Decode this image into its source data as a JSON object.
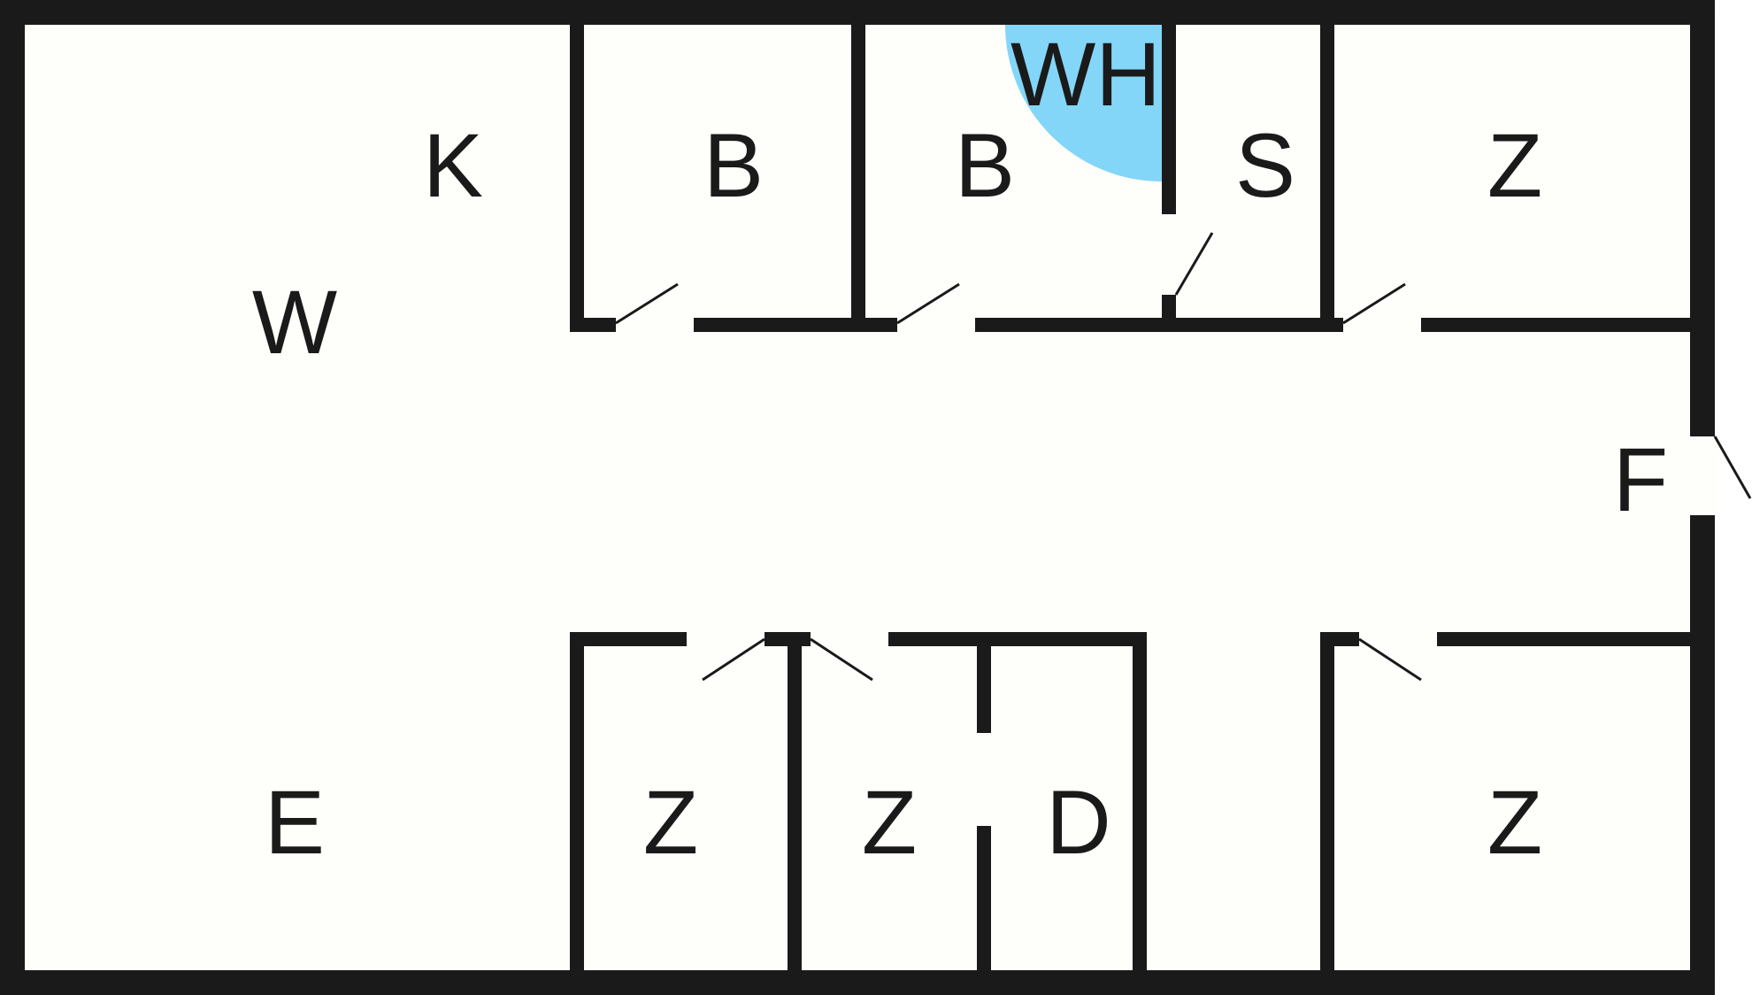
{
  "colors": {
    "wall": "#1a1a1a",
    "floor": "#fefefb",
    "water_heater_fill": "#83d6f7"
  },
  "rooms": [
    {
      "id": "kitchen",
      "label": "K"
    },
    {
      "id": "living",
      "label": "W"
    },
    {
      "id": "dining",
      "label": "E"
    },
    {
      "id": "bath-1",
      "label": "B"
    },
    {
      "id": "bath-2",
      "label": "B"
    },
    {
      "id": "water-heater",
      "label": "WH"
    },
    {
      "id": "storage",
      "label": "S"
    },
    {
      "id": "room-top-right",
      "label": "Z"
    },
    {
      "id": "hall",
      "label": "F"
    },
    {
      "id": "room-bottom-1",
      "label": "Z"
    },
    {
      "id": "room-bottom-2",
      "label": "Z"
    },
    {
      "id": "shower",
      "label": "D"
    },
    {
      "id": "room-bottom-right",
      "label": "Z"
    }
  ]
}
